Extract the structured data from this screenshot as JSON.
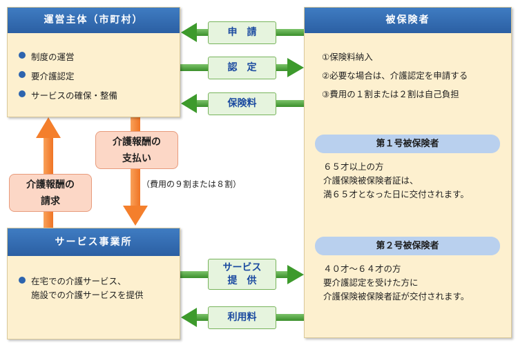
{
  "top_left": {
    "title": "運営主体（市町村）",
    "items": [
      "制度の運営",
      "要介護認定",
      "サービスの確保・整備"
    ]
  },
  "bottom_left": {
    "title": "サービス事業所",
    "items_line1": "在宅での介護サービス、",
    "items_line2": "施設での介護サービスを提供"
  },
  "right": {
    "title": "被保険者",
    "numbered": [
      "①保険料納入",
      "②必要な場合は、介護認定を申請する",
      "③費用の１割または２割は自己負担"
    ],
    "group1_title": "第１号被保険者",
    "group1_lines": [
      "６５才以上の方",
      "介護保険被保険者証は、",
      "満６５才となった日に交付されます。"
    ],
    "group2_title": "第２号被保険者",
    "group2_lines": [
      "４０才～６４才の方",
      "要介護認定を受けた方に",
      "介護保険被保険者証が交付されます。"
    ]
  },
  "flows": {
    "apply": "申　請",
    "certify": "認　定",
    "premium": "保険料",
    "service_line1": "サービス",
    "service_line2": "提　供",
    "fee": "利用料"
  },
  "payments": {
    "claim_line1": "介護報酬の",
    "claim_line2": "請求",
    "pay_line1": "介護報酬の",
    "pay_line2": "支払い",
    "pay_note": "（費用の９割または８割）"
  },
  "colors": {
    "header_blue": "#2f67ae",
    "box_fill": "#fdf0cf",
    "flow_green": "#3d9a2c",
    "pay_orange": "#f47f2c"
  }
}
